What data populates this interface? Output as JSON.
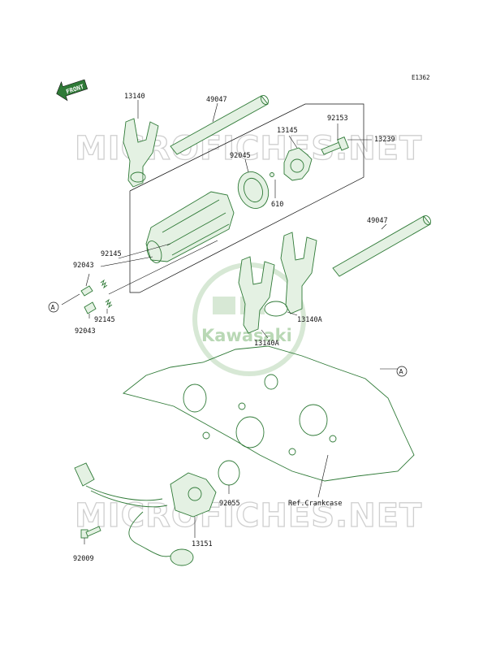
{
  "diagram": {
    "code": "E1362",
    "front_label": "FRONT",
    "watermark": "MICROFICHES.NET",
    "logo_text": "Kawasaki",
    "ref_label": "Ref.Crankcase",
    "marker": "A",
    "part_numbers": {
      "p13140": "13140",
      "p49047_top": "49047",
      "p92153": "92153",
      "p13145": "13145",
      "p13239": "13239",
      "p92045": "92045",
      "p610": "610",
      "p49047_right": "49047",
      "p92145_top": "92145",
      "p92043_top": "92043",
      "p92145_bottom": "92145",
      "p92043_bottom": "92043",
      "p13140A_right": "13140A",
      "p13140A_bottom": "13140A",
      "p92055": "92055",
      "p13151": "13151",
      "p92009": "92009"
    }
  }
}
